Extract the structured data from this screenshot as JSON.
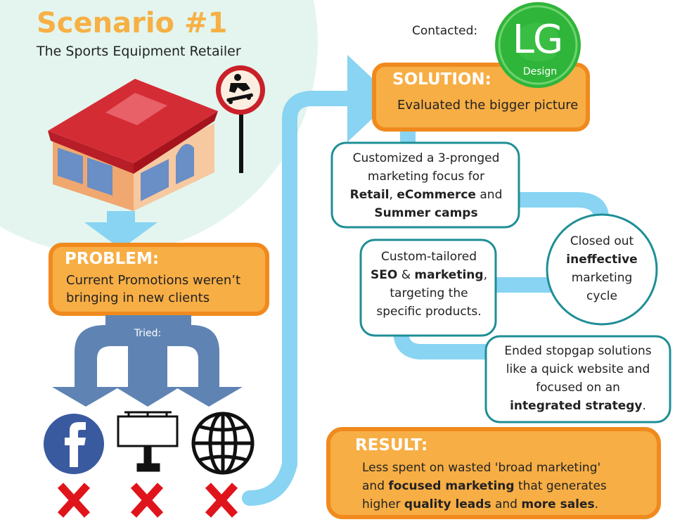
{
  "header": {
    "title": "Scenario #1",
    "subtitle": "The Sports Equipment Retailer"
  },
  "contact": {
    "label": "Contacted:",
    "logo_text": "LG",
    "logo_sub": "Design"
  },
  "problem": {
    "heading": "PROBLEM:",
    "line1": "Current Promotions weren’t",
    "line2": "bringing in new clients"
  },
  "tried_label": "Tried:",
  "solution": {
    "heading": "SOLUTION:",
    "text": "Evaluated the bigger picture"
  },
  "steps": {
    "customized": {
      "line1": "Customized a 3-pronged",
      "line2": "marketing focus for",
      "bold1": "Retail",
      "sep1": ", ",
      "bold2": "eCommerce",
      "sep2": " and",
      "bold3": "Summer camps"
    },
    "seo": {
      "line1": "Custom-tailored",
      "bold1": "SEO",
      "sep1": " & ",
      "bold2": "marketing",
      "sep2": ",",
      "line3": "targeting the",
      "line4": "specific products."
    },
    "closed": {
      "line1": "Closed out",
      "bold1": "ineffective",
      "line3": "marketing",
      "line4": "cycle"
    },
    "ended": {
      "line1": "Ended stopgap solutions",
      "line2": "like a quick website and",
      "line3": "focused on an",
      "bold1": "integrated strategy",
      "end": "."
    }
  },
  "result": {
    "heading": "RESULT:",
    "line1": "Less spent on wasted 'broad marketing'",
    "pre2": "and ",
    "bold2": "focused marketing",
    "post2": " that generates",
    "pre3": "higher ",
    "bold3a": "quality leads",
    "mid3": " and ",
    "bold3b": "more sales",
    "post3": "."
  },
  "colors": {
    "orange": "#f7ae45",
    "orange_border": "#f08a1e",
    "teal_border": "#1f8e96",
    "light_blue": "#88d4f2",
    "steel_blue": "#5f84b3",
    "red_x": "#e0141b",
    "green_logo": "#2fb53a"
  }
}
